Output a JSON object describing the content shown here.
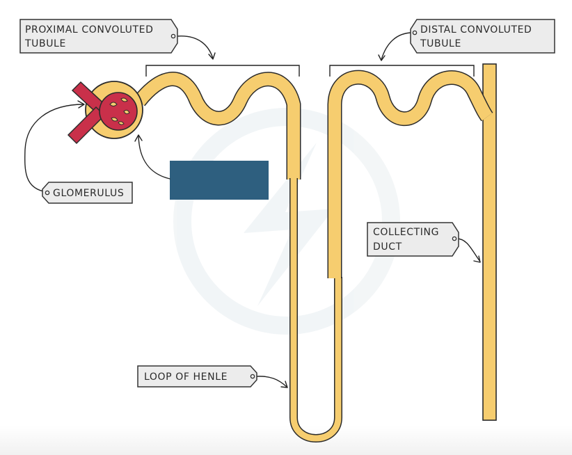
{
  "diagram": {
    "labels": {
      "proximal_line1": "PROXIMAL CONVOLUTED",
      "proximal_line2": "TUBULE",
      "distal_line1": "DISTAL CONVOLUTED",
      "distal_line2": "TUBULE",
      "glomerulus": "GLOMERULUS",
      "collecting_line1": "COLLECTING",
      "collecting_line2": "DUCT",
      "loop": "LOOP OF HENLE"
    },
    "colors": {
      "tubule": "#f6cd6f",
      "blood_vessel": "#c9304a",
      "outline": "#2b2b2b",
      "hidden_label_box": "#2e5f7f",
      "label_tag": "#ececec"
    }
  }
}
